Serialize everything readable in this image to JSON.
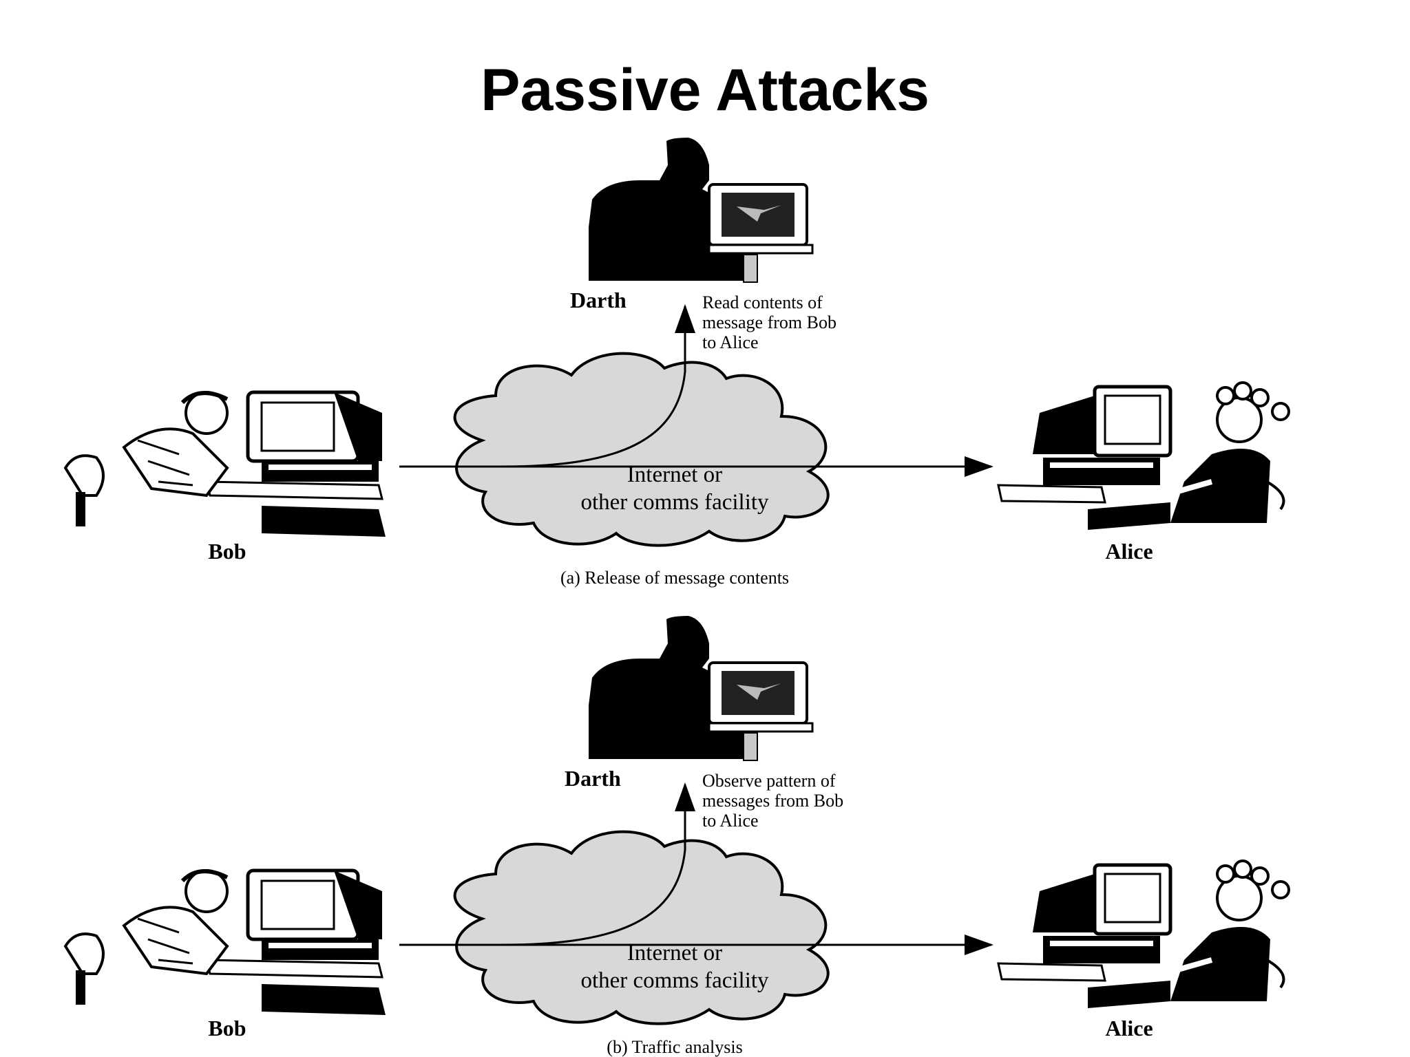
{
  "slide": {
    "title": "Passive Attacks"
  },
  "panels": [
    {
      "attacker": "Darth",
      "sender": "Bob",
      "receiver": "Alice",
      "note_lines": [
        "Read contents of",
        "message from Bob",
        "to Alice"
      ],
      "cloud_lines": [
        "Internet or",
        "other comms facility"
      ],
      "caption": "(a) Release of message contents"
    },
    {
      "attacker": "Darth",
      "sender": "Bob",
      "receiver": "Alice",
      "note_lines": [
        "Observe pattern of",
        "messages from Bob",
        "to Alice"
      ],
      "cloud_lines": [
        "Internet or",
        "other comms facility"
      ],
      "caption": "(b) Traffic analysis"
    }
  ],
  "colors": {
    "cloud_fill": "#d8d8d8",
    "ink": "#000000"
  }
}
